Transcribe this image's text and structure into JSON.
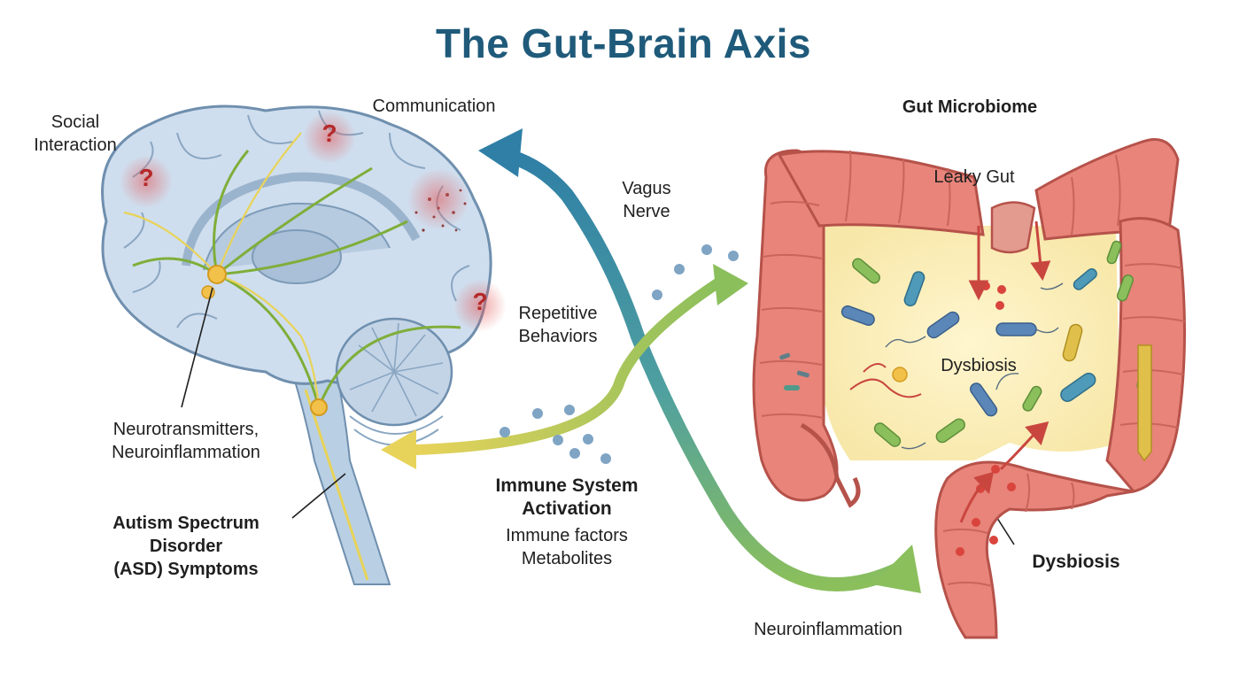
{
  "title": "The Gut-Brain Axis",
  "labels": {
    "social_interaction": "Social\nInteraction",
    "communication": "Communication",
    "vagus_nerve": "Vagus\nNerve",
    "repetitive_behaviors": "Repetitive\nBehaviors",
    "neurotransmitters": "Neurotransmitters,\nNeuroinflammation",
    "asd_symptoms": "Autism Spectrum\nDisorder\n(ASD) Symptoms",
    "immune_activation": "Immune System\nActivation",
    "immune_factors": "Immune factors\nMetabolites",
    "neuroinflammation_bottom": "Neuroinflammation",
    "gut_microbiome": "Gut Microbiome",
    "leaky_gut": "Leaky Gut",
    "dysbiosis_center": "Dysbiosis",
    "dysbiosis_right": "Dysbiosis"
  },
  "question_mark": "?",
  "colors": {
    "title": "#1f5a7a",
    "brain": "#c9d9ea",
    "brain_outline": "#6f8fae",
    "nerve": "#7fae3a",
    "arrow_blue": "#2f7fa6",
    "arrow_green": "#8bbf5c",
    "arrow_yellow": "#e8d35a",
    "colon": "#e8847a",
    "colon_outline": "#b5524a",
    "gut_inside": "#fbefb8",
    "dots": "#7fa4c4",
    "red_arrow": "#c9463f"
  }
}
